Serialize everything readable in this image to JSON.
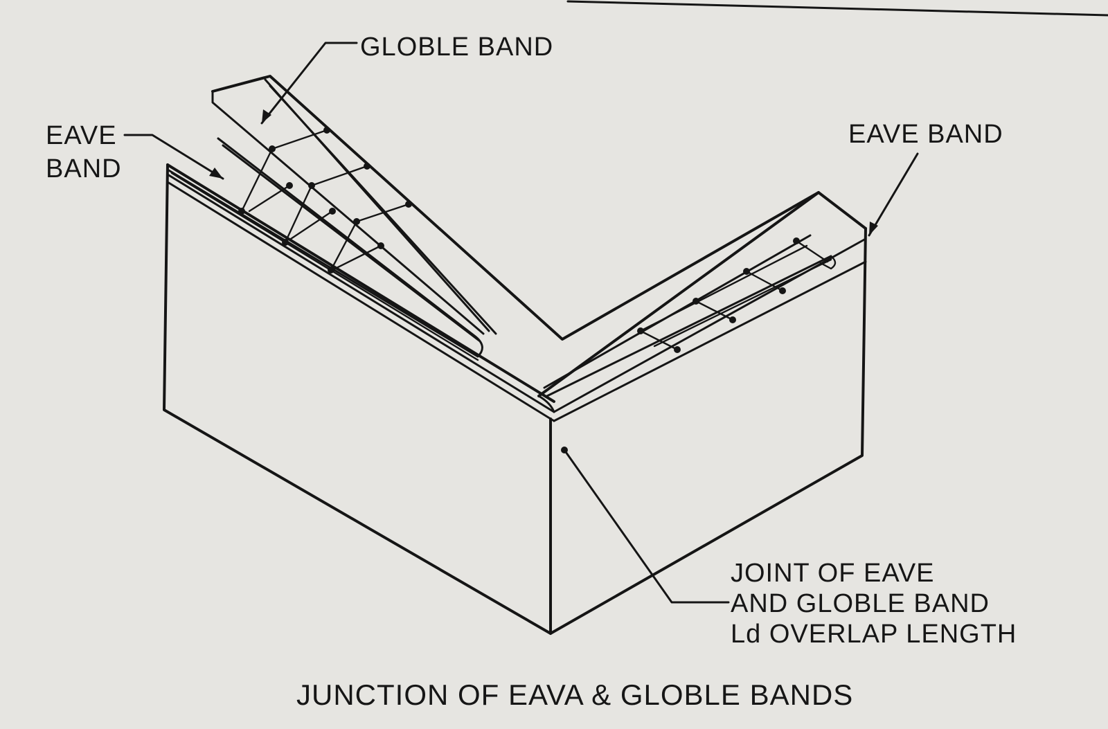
{
  "labels": {
    "gable_band": "GLOBLE BAND",
    "eave_band_left_line1": "EAVE",
    "eave_band_left_line2": "BAND",
    "eave_band_right": "EAVE BAND",
    "joint_line1": "JOINT OF EAVE",
    "joint_line2": "AND GLOBLE BAND",
    "joint_line3": "Ld OVERLAP LENGTH",
    "caption": "JUNCTION OF EAVA & GLOBLE BANDS"
  },
  "colors": {
    "paper": "#e6e5e1",
    "ink": "#151515"
  }
}
